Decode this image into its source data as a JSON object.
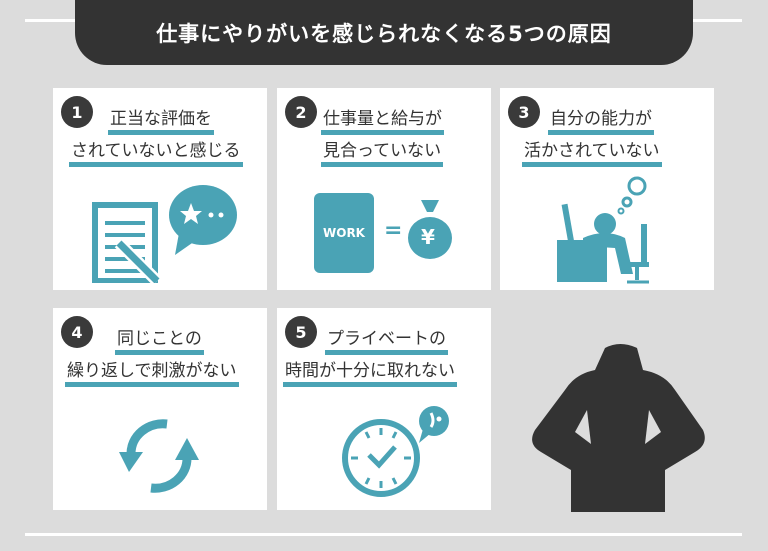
{
  "title": "仕事にやりがいを感じられなくなる5つの原因",
  "accent_color": "#4aa3b5",
  "cards": [
    {
      "number": "1",
      "line1": "正当な評価を",
      "line2": "されていないと感じる",
      "icon": "document-pen-speech-star-icon"
    },
    {
      "number": "2",
      "line1": "仕事量と給与が",
      "line2": "見合っていない",
      "icon": "work-equals-yen-icon",
      "work_label": "WORK",
      "yen": "¥",
      "equals": "="
    },
    {
      "number": "3",
      "line1": "自分の能力が",
      "line2": "活かされていない",
      "icon": "person-slumped-at-desk-icon"
    },
    {
      "number": "4",
      "line1": "同じことの",
      "line2": "繰り返しで刺激がない",
      "icon": "cycle-arrows-icon"
    },
    {
      "number": "5",
      "line1": "プライベートの",
      "line2": "時間が十分に取れない",
      "icon": "clock-sweat-icon"
    }
  ]
}
